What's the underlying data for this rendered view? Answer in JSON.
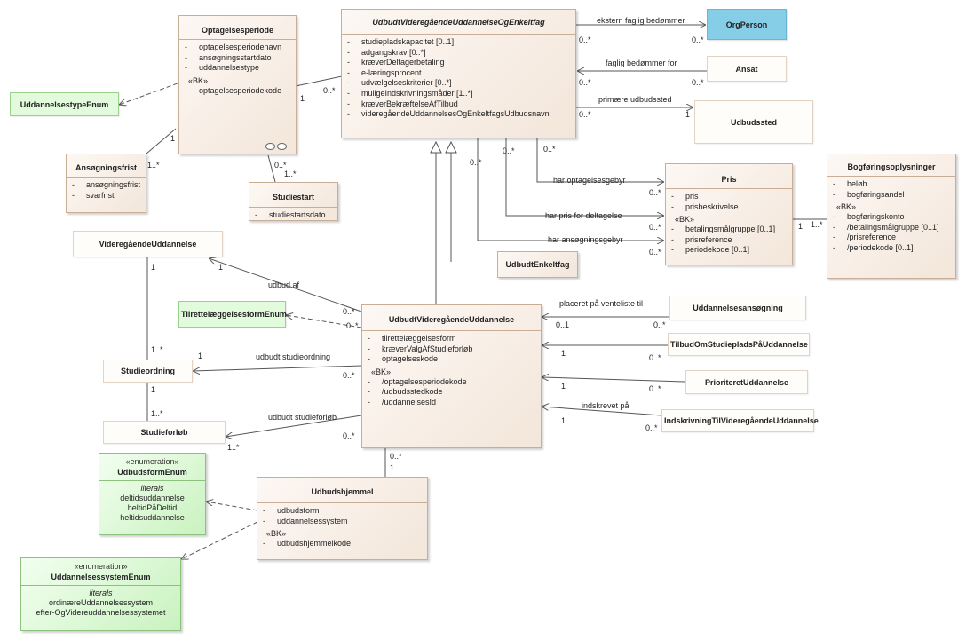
{
  "classes": {
    "optagelsesperiode": {
      "title": "Optagelsesperiode",
      "attributes": [
        "optagelsesperiodenavn",
        "ansøgningsstartdato",
        "uddannelsestype"
      ],
      "bk_label": "«BK»",
      "bk_attributes": [
        "optagelsesperiodekode"
      ]
    },
    "udbudt_enkeltfag": {
      "title": "UdbudtVideregåendeUddannelseOgEnkeltfag",
      "attributes": [
        "studiepladskapacitet [0..1]",
        "adgangskrav [0..*]",
        "kræverDeltagerbetaling",
        "e-læringsprocent",
        "udvælgelseskriterier [0..*]",
        "muligeIndskrivningsmåder [1..*]",
        "kræverBekræftelseAfTilbud",
        "videregåendeUddannelsesOgEnkeltfagsUdbudsnavn"
      ]
    },
    "orgperson": {
      "title": "OrgPerson"
    },
    "ansat": {
      "title": "Ansat"
    },
    "udbudssted": {
      "title": "Udbudssted"
    },
    "uddannelsestype_enum": {
      "title": "UddannelsestypeEnum"
    },
    "ansoegningsfrist": {
      "title": "Ansøgningsfrist",
      "attributes": [
        "ansøgningsfrist",
        "svarfrist"
      ]
    },
    "studiestart": {
      "title": "Studiestart",
      "attributes": [
        "studiestartsdato"
      ]
    },
    "pris": {
      "title": "Pris",
      "attributes": [
        "pris",
        "prisbeskrivelse"
      ],
      "bk_label": "«BK»",
      "bk_attributes": [
        "betalingsmålgruppe [0..1]",
        "prisreference",
        "periodekode [0..1]"
      ]
    },
    "bogfoering": {
      "title": "Bogføringsoplysninger",
      "attributes": [
        "beløb",
        "bogføringsandel"
      ],
      "bk_label": "«BK»",
      "bk_attributes": [
        "bogføringskonto",
        "/betalingsmålgruppe [0..1]",
        "/prisreference",
        "/periodekode [0..1]"
      ]
    },
    "videregaaende": {
      "title": "VideregåendeUddannelse"
    },
    "udbudt_enkeltfag_only": {
      "title": "UdbudtEnkeltfag"
    },
    "tilrettelaeggelse_enum": {
      "title": "TilrettelæggelsesformEnum"
    },
    "udbudt_vu": {
      "title": "UdbudtVideregåendeUddannelse",
      "attributes": [
        "tilrettelæggelsesform",
        "kræverValgAfStudieforløb",
        "optagelseskode"
      ],
      "bk_label": "«BK»",
      "bk_attributes": [
        "/optagelsesperiodekode",
        "/udbudsstedkode",
        "/uddannelsesId"
      ]
    },
    "studieordning": {
      "title": "Studieordning"
    },
    "studieforloeb": {
      "title": "Studieforløb"
    },
    "uddannelsesansoegning": {
      "title": "Uddannelsesansøgning"
    },
    "tilbud": {
      "title": "TilbudOmStudiepladsPåUddannelse"
    },
    "prioriteret": {
      "title": "PrioriteretUddannelse"
    },
    "indskrivning": {
      "title": "IndskrivningTilVideregåendeUddannelse"
    },
    "udbudsform_enum": {
      "stereotype": "«enumeration»",
      "title": "UdbudsformEnum",
      "literals_label": "literals",
      "literals": [
        "deltidsuddannelse",
        "heltidPåDeltid",
        "heltidsuddannelse"
      ]
    },
    "udbudshjemmel": {
      "title": "Udbudshjemmel",
      "attributes": [
        "udbudsform",
        "uddannelsessystem"
      ],
      "bk_label": "«BK»",
      "bk_attributes": [
        "udbudshjemmelkode"
      ]
    },
    "uddannelsessystem_enum": {
      "stereotype": "«enumeration»",
      "title": "UddannelsessystemEnum",
      "literals_label": "literals",
      "literals": [
        "ordinæreUddannelsessystem",
        "efter-OgVidereuddannelsessystemet"
      ]
    }
  },
  "associations": {
    "ekstern": {
      "label": "ekstern faglig bedømmer",
      "src": "0..*",
      "dst": "0..*"
    },
    "faglig": {
      "label": "faglig bedømmer for",
      "src": "0..*",
      "dst": "0..*"
    },
    "primaere": {
      "label": "primære udbudssted",
      "src": "0..*",
      "dst": "1"
    },
    "optag_udbud": {
      "src": "1",
      "dst": "0..*"
    },
    "optag_frist": {
      "src": "1",
      "dst": "1..*"
    },
    "optag_start": {
      "src": "0..*",
      "dst": "1..*"
    },
    "optagelsesgebyr": {
      "label": "har optagelsesgebyr",
      "src": "0..*",
      "dst": "0..*"
    },
    "deltagelse": {
      "label": "har pris for deltagelse",
      "src": "0..*",
      "dst": "0..*"
    },
    "ansoegningsgebyr": {
      "label": "har ansøgningsgebyr",
      "src": "0..*",
      "dst": "0..*"
    },
    "pris_bogf": {
      "src": "1",
      "dst": "1..*"
    },
    "udbud_af": {
      "label": "udbud af",
      "src": "1",
      "dst": "0..*"
    },
    "tilrettel": {
      "dst": "0..*"
    },
    "udbudt_studieordning": {
      "label": "udbudt studieordning",
      "src": "1",
      "dst": "0..*"
    },
    "udbudt_studieforloeb": {
      "label": "udbudt studieforløb",
      "src": "1..*",
      "dst": "0..*"
    },
    "vu_studieordning": {
      "src": "1",
      "dst": "1..*"
    },
    "so_studieforloeb": {
      "src": "1",
      "dst": "1..*"
    },
    "venteliste": {
      "label": "placeret på venteliste til",
      "src": "0..1",
      "dst": "0..*"
    },
    "tilbud": {
      "src": "1",
      "dst": "0..*"
    },
    "prioriteret": {
      "src": "1",
      "dst": "0..*"
    },
    "indskrevet": {
      "label": "indskrevet på",
      "src": "1",
      "dst": "0..*"
    },
    "udbudshjemmel": {
      "src": "0..*",
      "dst": "1"
    }
  }
}
